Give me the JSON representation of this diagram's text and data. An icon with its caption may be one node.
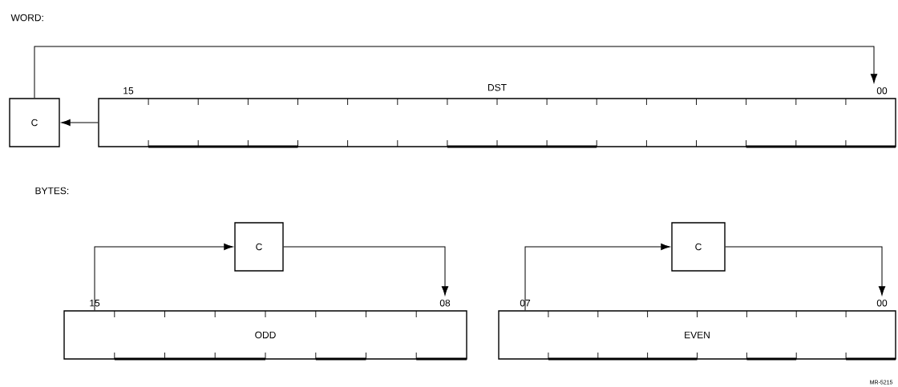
{
  "diagram": {
    "nodes": [
      {
        "text": [
          "C"
        ]
      },
      {
        "text": [
          "DST"
        ],
        "beside": [
          "15",
          "00"
        ]
      },
      {
        "text": [
          "C"
        ]
      },
      {
        "text": [
          "ODD"
        ],
        "beside": [
          "15",
          "08"
        ]
      },
      {
        "text": [
          "C"
        ]
      },
      {
        "text": [
          "EVEN"
        ],
        "beside": [
          "07",
          "00"
        ]
      }
    ],
    "edges": [
      {
        "from": 0,
        "to": 1,
        "arrow": "to"
      },
      {
        "from": 1,
        "to": 0,
        "arrow": "to"
      },
      {
        "from": 3,
        "to": 2,
        "arrow": "to"
      },
      {
        "from": 2,
        "to": 3,
        "arrow": "to"
      },
      {
        "from": 5,
        "to": 4,
        "arrow": "to"
      },
      {
        "from": 4,
        "to": 5,
        "arrow": "to"
      }
    ],
    "labels": [
      "WORD:",
      "BYTES:",
      "MR-5215"
    ]
  }
}
